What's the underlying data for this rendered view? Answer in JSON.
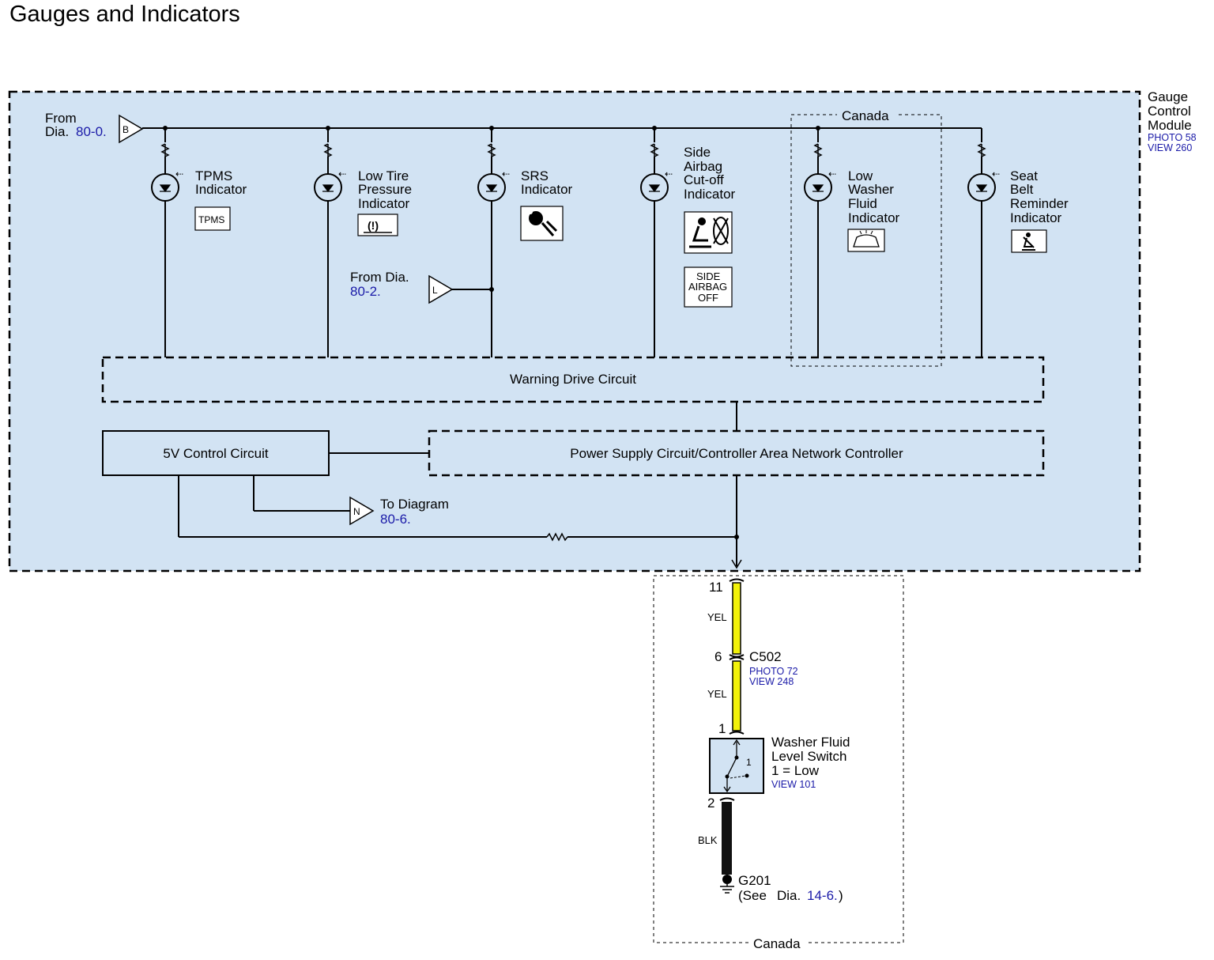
{
  "title": "Gauges and Indicators",
  "colors": {
    "module_fill": "#d2e3f3",
    "yellow_wire": "#f2f20a",
    "black_wire": "#111111",
    "ref_text": "#1a1aa8"
  },
  "module": {
    "name_lines": [
      "Gauge",
      "Control",
      "Module"
    ],
    "photo": "PHOTO 58",
    "view": "VIEW 260"
  },
  "inputs": {
    "b": {
      "letter": "B",
      "from": "From",
      "dia": "Dia.",
      "ref": "80-0."
    },
    "l": {
      "letter": "L",
      "from": "From Dia.",
      "ref": "80-2."
    },
    "n": {
      "letter": "N",
      "to": "To Diagram",
      "ref": "80-6."
    }
  },
  "indicators": [
    {
      "lines": [
        "TPMS",
        "Indicator"
      ],
      "icon": "tpms-text-icon",
      "icon_text": "TPMS"
    },
    {
      "lines": [
        "Low Tire",
        "Pressure",
        "Indicator"
      ],
      "icon": "tire-pressure-icon",
      "icon_text": "(!)"
    },
    {
      "lines": [
        "SRS",
        "Indicator"
      ],
      "icon": "airbag-icon"
    },
    {
      "lines": [
        "Side",
        "Airbag",
        "Cut-off",
        "Indicator"
      ],
      "icon": "side-airbag-cutoff-icon",
      "sub_icon": [
        "SIDE",
        "AIRBAG",
        "OFF"
      ]
    },
    {
      "lines": [
        "Low",
        "Washer",
        "Fluid",
        "Indicator"
      ],
      "icon": "washer-fluid-icon"
    },
    {
      "lines": [
        "Seat",
        "Belt",
        "Reminder",
        "Indicator"
      ],
      "icon": "seat-belt-icon"
    }
  ],
  "canada_label": "Canada",
  "circuits": {
    "warning": "Warning Drive Circuit",
    "five_v": "5V Control Circuit",
    "power": "Power Supply Circuit/Controller Area Network Controller"
  },
  "harness": {
    "pin_11": "11",
    "wire1_color": "YEL",
    "pin_6": "6",
    "connector": "C502",
    "connector_photo": "PHOTO 72",
    "connector_view": "VIEW 248",
    "wire2_color": "YEL",
    "pin_1": "1",
    "switch_lines": [
      "Washer Fluid",
      "Level Switch",
      "1 = Low"
    ],
    "switch_view": "VIEW 101",
    "switch_pos": "1",
    "pin_2": "2",
    "wire3_color": "BLK",
    "ground": "G201",
    "ground_see": "(See",
    "ground_dia": "Dia.",
    "ground_ref": "14-6.",
    "ground_close": ")"
  }
}
